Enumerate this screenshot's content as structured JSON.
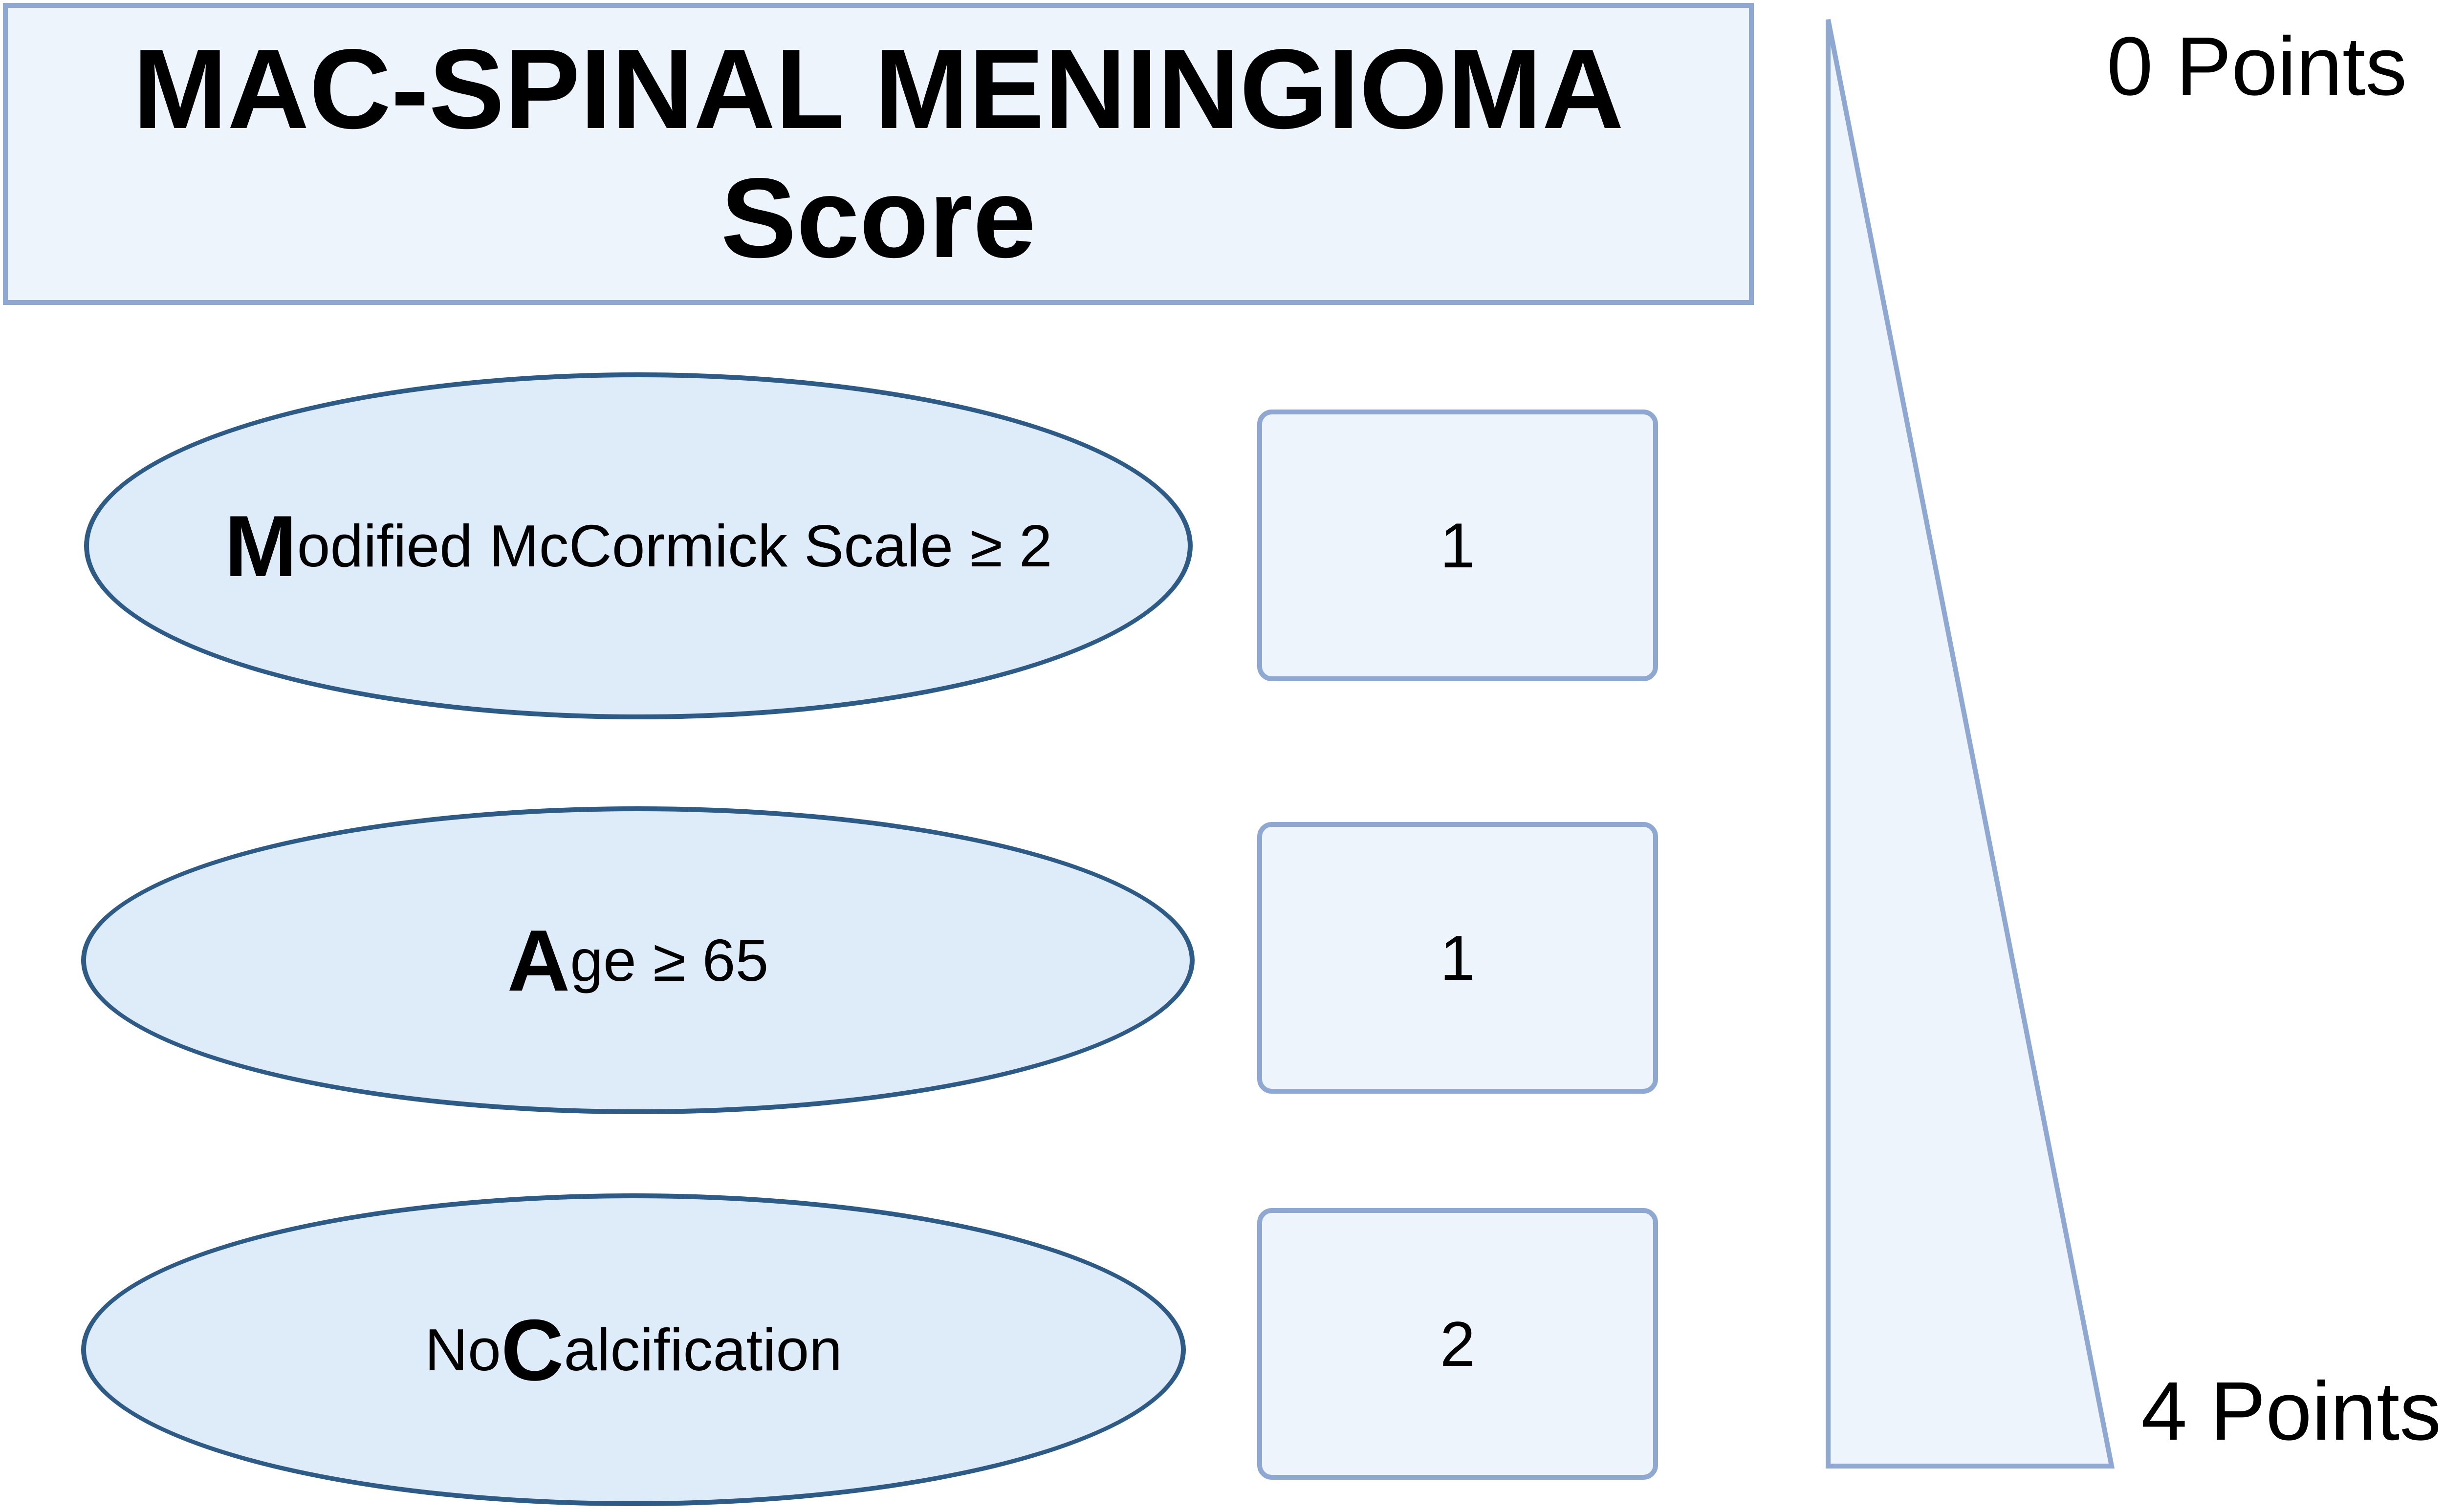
{
  "title": {
    "line1": "MAC-SPINAL MENINGIOMA",
    "line2": "Score"
  },
  "criteria": [
    {
      "pre": "",
      "initial": "M",
      "rest": "odified McCormick Scale ≥ 2",
      "points": "1"
    },
    {
      "pre": "",
      "initial": "A",
      "rest": "ge ≥ 65",
      "points": "1"
    },
    {
      "pre": "No ",
      "initial": "C",
      "rest": "alcification",
      "points": "2"
    }
  ],
  "scale": {
    "top_label": "0 Points",
    "bottom_label": "4 Points"
  },
  "colors": {
    "title_fill": "#eef4fb",
    "title_border": "#8fa8d2",
    "ellipse_fill": "#deebf8",
    "ellipse_border": "#2e5a86",
    "triangle_fill": "#eef4fb",
    "triangle_border": "#8fa8d2"
  }
}
